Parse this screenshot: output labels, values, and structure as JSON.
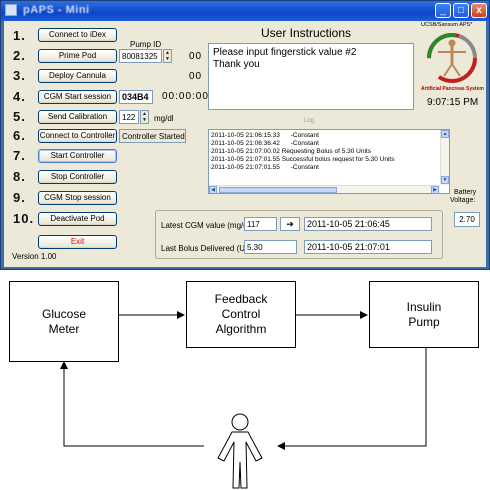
{
  "window": {
    "title": "pAPS - Mini",
    "controls": [
      "_",
      "□",
      "x"
    ]
  },
  "steps": [
    "1.",
    "2.",
    "3.",
    "4.",
    "5.",
    "6.",
    "7.",
    "8.",
    "9.",
    "10."
  ],
  "buttons": {
    "connect_idex": "Connect to iDex",
    "prime_pod": "Prime Pod",
    "deploy_cannula": "Deploy Cannula",
    "cgm_start": "CGM Start session",
    "send_calibration": "Send Calibration",
    "connect_controller": "Connect to Controller",
    "start_controller": "Start Controller",
    "stop_controller": "Stop Controller",
    "cgm_stop": "CGM Stop session",
    "deactivate_pod": "Deactivate Pod",
    "exit": "Exit"
  },
  "pump": {
    "label": "Pump ID",
    "id_value": "80081325",
    "prime_status": "00",
    "cannula_status": "00"
  },
  "cgm": {
    "transmitter_id": "034B4",
    "session_time": "00:00:00"
  },
  "calibration": {
    "value": "122",
    "unit": "mg/dl"
  },
  "controller": {
    "status": "Controller Started"
  },
  "version": "Version 1.00",
  "instructions": {
    "title": "User Instructions",
    "lines": [
      "Please input fingerstick value #2",
      "Thank you"
    ]
  },
  "logo": {
    "top_text": "UCSB/Sansum APS*",
    "bottom_text": "Artificial Pancreas System"
  },
  "clock": "9:07:15 PM",
  "log": {
    "label": "Log",
    "rows": [
      {
        "time": "2011-10-05 21:06:15.33",
        "msg": "-Constant"
      },
      {
        "time": "2011-10-05 21:06:36.42",
        "msg": "-Constant"
      },
      {
        "time": "2011-10-05 21:07:00.02",
        "msg": "Requesting Bolus of 5.30 Units"
      },
      {
        "time": "2011-10-05 21:07:01.55",
        "msg": "Successful bolus request for 5.30 Units"
      },
      {
        "time": "2011-10-05 21:07:01.55",
        "msg": "-Constant"
      }
    ]
  },
  "battery": {
    "label_line1": "Battery",
    "label_line2": "Voltage:",
    "value": "2.70"
  },
  "latest": {
    "cgm_label": "Latest CGM value (mg/dl)",
    "cgm_value": "117",
    "arrow": "➔",
    "cgm_time": "2011-10-05 21:06:45",
    "bolus_label": "Last Bolus Delivered (U)",
    "bolus_value": "5.30",
    "bolus_time": "2011-10-05 21:07:01"
  },
  "diagram": {
    "glucose_meter": [
      "Glucose",
      "Meter"
    ],
    "feedback": [
      "Feedback",
      "Control",
      "Algorithm"
    ],
    "insulin_pump": [
      "Insulin",
      "Pump"
    ]
  }
}
